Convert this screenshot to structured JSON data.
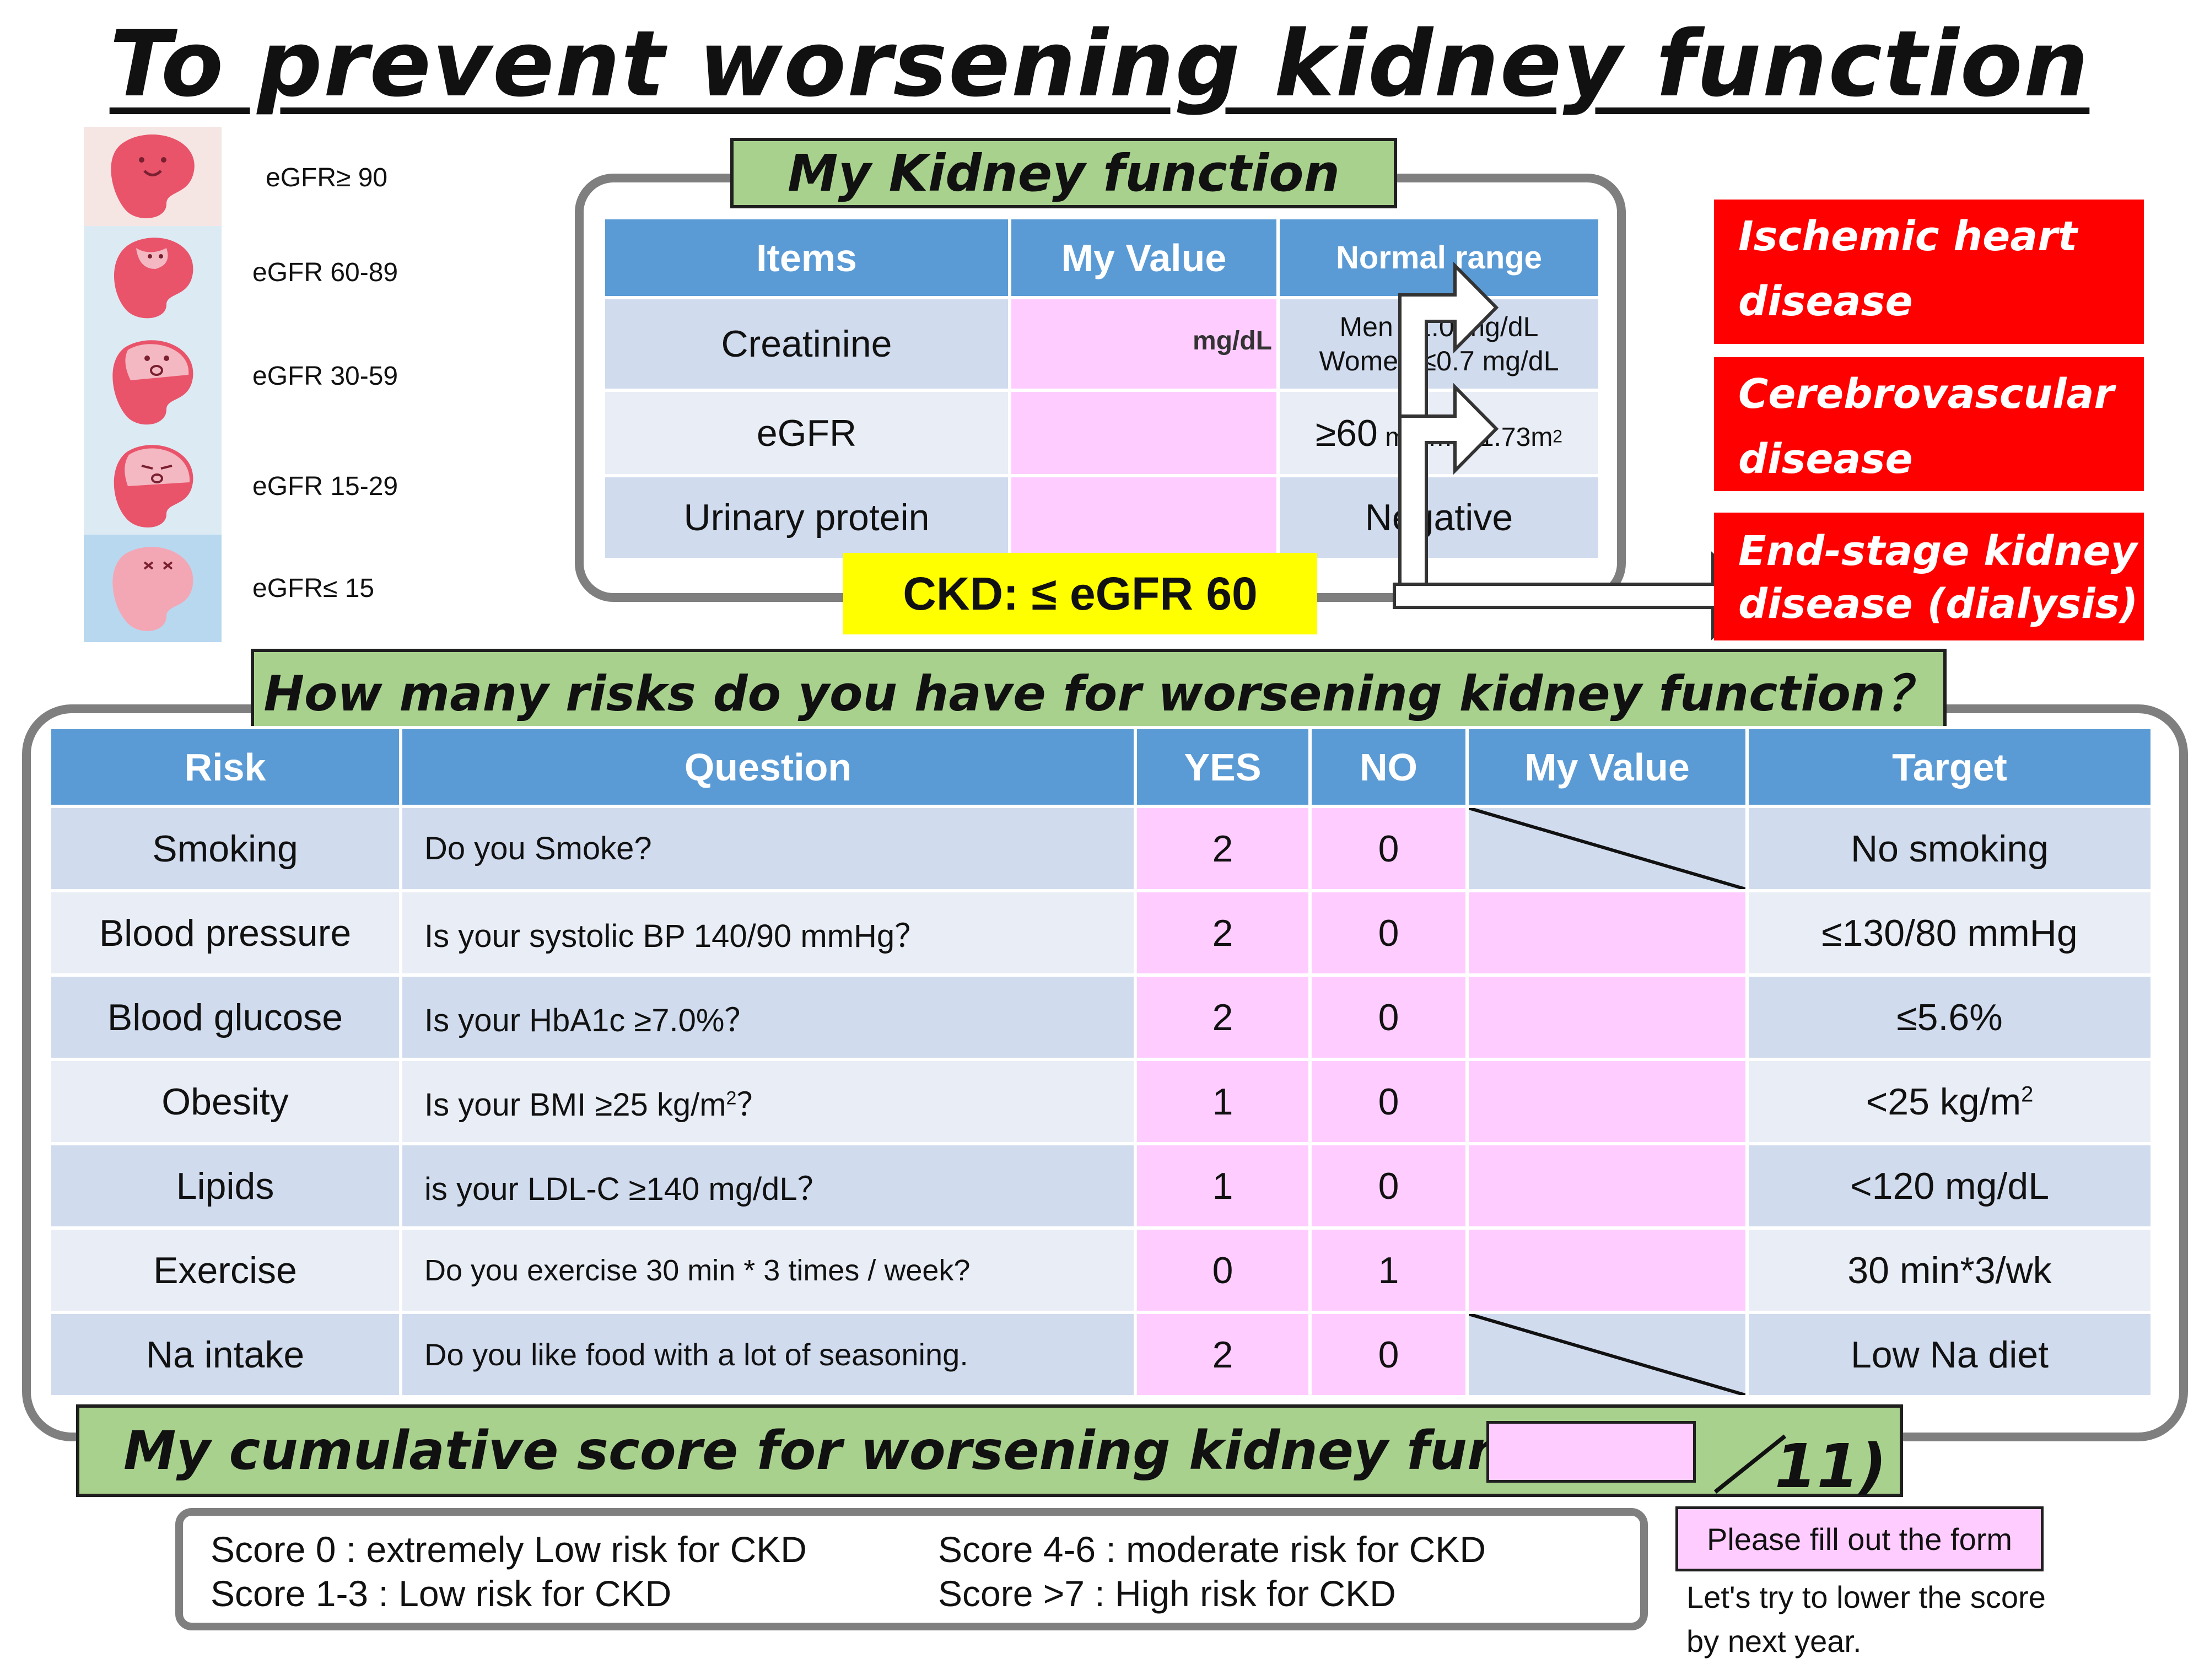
{
  "title": "To prevent worsening kidney function",
  "stages": [
    {
      "label": "eGFR≥ 90",
      "color": "#f5e6e4"
    },
    {
      "label": "eGFR 60-89",
      "color": "#dcebf3"
    },
    {
      "label": "eGFR 30-59",
      "color": "#dcebf3"
    },
    {
      "label": "eGFR 15-29",
      "color": "#dcebf3"
    },
    {
      "label": "eGFR≤ 15",
      "color": "#b8d8ef"
    }
  ],
  "my_kidney": {
    "header": "My Kidney function",
    "columns": [
      "Items",
      "My Value",
      "Normal range"
    ],
    "rows": [
      {
        "item": "Creatinine",
        "unit": "mg/dL",
        "range_line1": "Men ≤1.0 mg/dL",
        "range_line2": "Women ≤0.7 mg/dL"
      },
      {
        "item": "eGFR",
        "range_main": "≥60",
        "range_unit": " mL/min/1.73m",
        "range_sup": "2"
      },
      {
        "item": "Urinary protein",
        "range": "Negative"
      }
    ]
  },
  "ckd_label": "CKD: ≤ eGFR 60",
  "outcomes": [
    {
      "line1": "Ischemic heart",
      "line2": "disease"
    },
    {
      "line1": "Cerebrovascular",
      "line2": "disease"
    },
    {
      "line1": "End-stage kidney",
      "line2": "disease (dialysis)"
    }
  ],
  "risks": {
    "header": "How many risks do you have for worsening kidney function？",
    "columns": [
      "Risk",
      "Question",
      "YES",
      "NO",
      "My Value",
      "Target"
    ],
    "rows": [
      {
        "risk": "Smoking",
        "question": "Do you Smoke?",
        "yes": "2",
        "no": "0",
        "target": "No smoking"
      },
      {
        "risk": "Blood pressure",
        "question": "Is your systolic BP 140/90 mmHg？",
        "yes": "2",
        "no": "0",
        "target": "≤130/80 mmHg"
      },
      {
        "risk": "Blood glucose",
        "question": "Is your HbA1c ≥7.0%？",
        "yes": "2",
        "no": "0",
        "target": "≤5.6%"
      },
      {
        "risk": "Obesity",
        "question": "Is your BMI ≥25 kg/m",
        "question_sup": "2",
        "question_tail": "？",
        "yes": "1",
        "no": "0",
        "target": "<25 kg/m",
        "target_sup": "2"
      },
      {
        "risk": "Lipids",
        "question": "is your LDL-C ≥140 mg/dL？",
        "yes": "1",
        "no": "0",
        "target": "<120 mg/dL"
      },
      {
        "risk": "Exercise",
        "question": "Do you exercise 30 min * 3 times / week?",
        "yes": "0",
        "no": "1",
        "target": "30 min*3/wk"
      },
      {
        "risk": "Na intake",
        "question": "Do you like food with a lot of seasoning.",
        "yes": "2",
        "no": "0",
        "target": "Low Na diet"
      }
    ]
  },
  "score": {
    "label": "My cumulative score for worsening kidney function",
    "total": "／11)"
  },
  "legend": {
    "l1": "Score 0 : extremely Low risk for CKD",
    "l2": "Score 1-3 : Low risk for CKD",
    "r1": "Score 4-6 : moderate risk for CKD",
    "r2": "Score >7 : High risk for CKD"
  },
  "note": {
    "fill": "Please fill out the form",
    "line1": "Let's try to lower the score",
    "line2": "by next year."
  }
}
